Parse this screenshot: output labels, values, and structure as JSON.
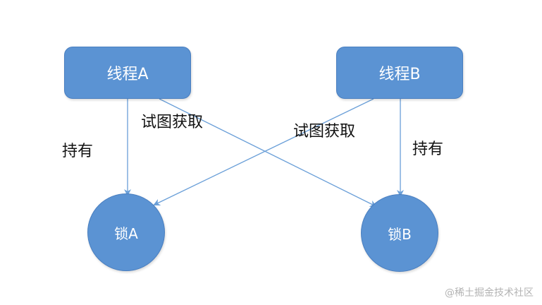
{
  "nodes": {
    "thread_a": "线程A",
    "thread_b": "线程B",
    "lock_a": "锁A",
    "lock_b": "锁B"
  },
  "edges": {
    "thread_a_holds_lock_a": "持有",
    "thread_a_tries_lock_b": "试图获取",
    "thread_b_tries_lock_a": "试图获取",
    "thread_b_holds_lock_b": "持有"
  },
  "watermark": "@稀土掘金技术社区",
  "colors": {
    "node_fill": "#5b93d3",
    "node_border": "#4a7fc0",
    "arrow": "#6a9fd8",
    "label_text": "#111111",
    "watermark": "#b3b3b3"
  }
}
